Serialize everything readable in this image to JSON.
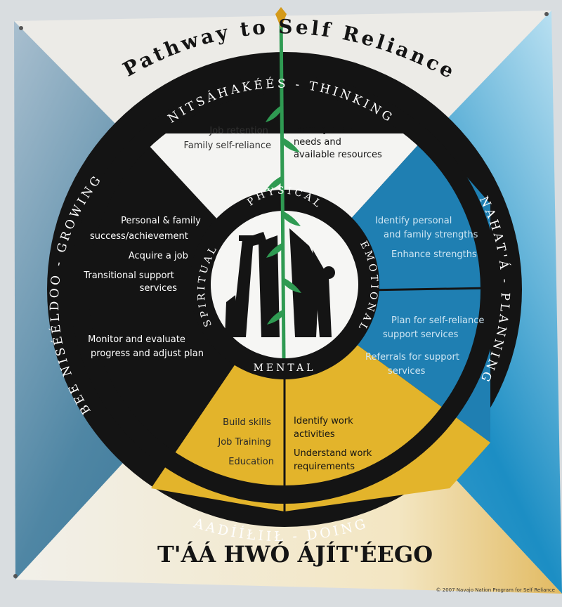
{
  "title": "Pathway to Self Reliance",
  "bottom_title": "T'ÁÁ HWÓ ÁJÍT'ÉEGO",
  "copyright": "© 2007 Navajo Nation Program for Self Reliance",
  "quadrants": {
    "top": "NITSÁHAKÉÉS - THINKING",
    "right": "NAHAT'Á - PLANNING",
    "bottom": "AADÍÍŁIIŁ - DOING",
    "left": "BEE NISÉÉLDOO - GROWING"
  },
  "center_ring": {
    "physical": "PHYSICAL",
    "emotional": "EMOTIONAL",
    "mental": "MENTAL",
    "spiritual": "SPIRITUAL"
  },
  "top_segment": {
    "left_lines": [
      "Job retention",
      "Family self-reliance"
    ],
    "right_lines": [
      "Identify basic",
      "needs and",
      "available resources"
    ]
  },
  "right_segment": {
    "upper_lines": [
      "Identify personal",
      "and family strengths",
      "Enhance strengths"
    ],
    "lower_lines": [
      "Plan for self-reliance",
      "support services",
      "Referrals for support",
      "services"
    ]
  },
  "bottom_segment": {
    "left_lines": [
      "Build skills",
      "Job Training",
      "Education"
    ],
    "right_lines": [
      "Identify work",
      "activities",
      "Understand work",
      "requirements"
    ]
  },
  "left_segment": {
    "upper_lines": [
      "Personal & family",
      "success/achievement",
      "Acquire a job",
      "Transitional support",
      "services"
    ],
    "lower_lines": [
      "Monitor  and evaluate",
      "progress and adjust plan"
    ]
  },
  "colors": {
    "black": "#141414",
    "blue": "#1f7fb2",
    "gold": "#e3b42b",
    "white_segment": "#f4f4f2",
    "stalk": "#2f9a52"
  }
}
